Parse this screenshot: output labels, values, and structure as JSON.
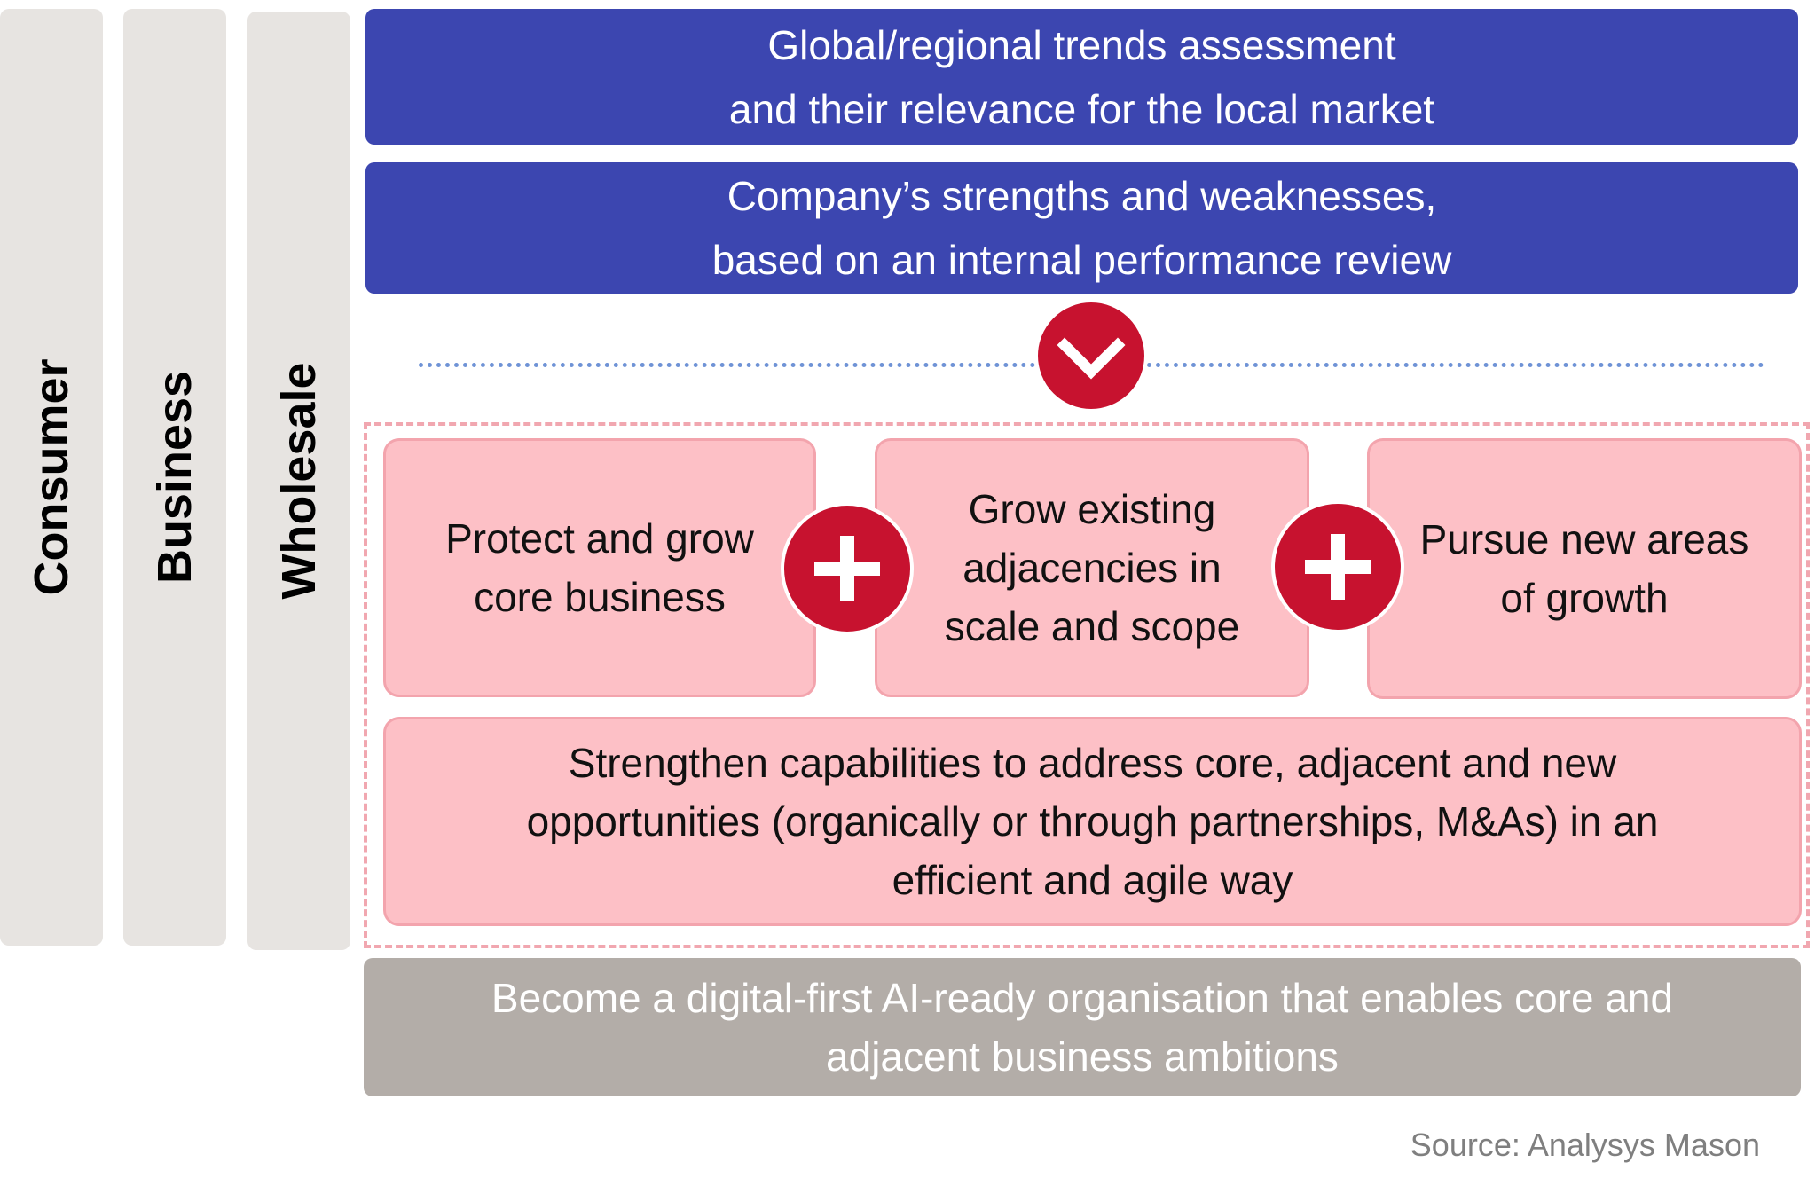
{
  "segments": {
    "consumer": "Consumer",
    "business": "Business",
    "wholesale": "Wholesale"
  },
  "assessment": {
    "trends_line1": "Global/regional trends assessment",
    "trends_line2": "and their relevance for the local market",
    "strengths_line1": "Company’s strengths and weaknesses,",
    "strengths_line2": "based on an internal performance review"
  },
  "strategy": {
    "protect_line1": "Protect and grow",
    "protect_line2": "core business",
    "grow_line1": "Grow existing",
    "grow_line2": "adjacencies in",
    "grow_line3": "scale and scope",
    "pursue_line1": "Pursue new areas",
    "pursue_line2": "of growth",
    "capabilities_line1": "Strengthen capabilities to address core, adjacent and new",
    "capabilities_line2": "opportunities (organically or through partnerships, M&As) in an",
    "capabilities_line3": "efficient and agile way"
  },
  "foundation": {
    "line1": "Become a digital-first AI-ready organisation that enables core and",
    "line2": "adjacent business ambitions"
  },
  "source": "Source: Analysys Mason",
  "icons": {
    "down": "chevron-down-icon",
    "plus": "plus-icon"
  },
  "colors": {
    "blue": "#3c46b0",
    "red": "#c7122f",
    "pink": "#fdc0c6",
    "gray": "#b3ada8",
    "segment": "#e7e4e1"
  }
}
